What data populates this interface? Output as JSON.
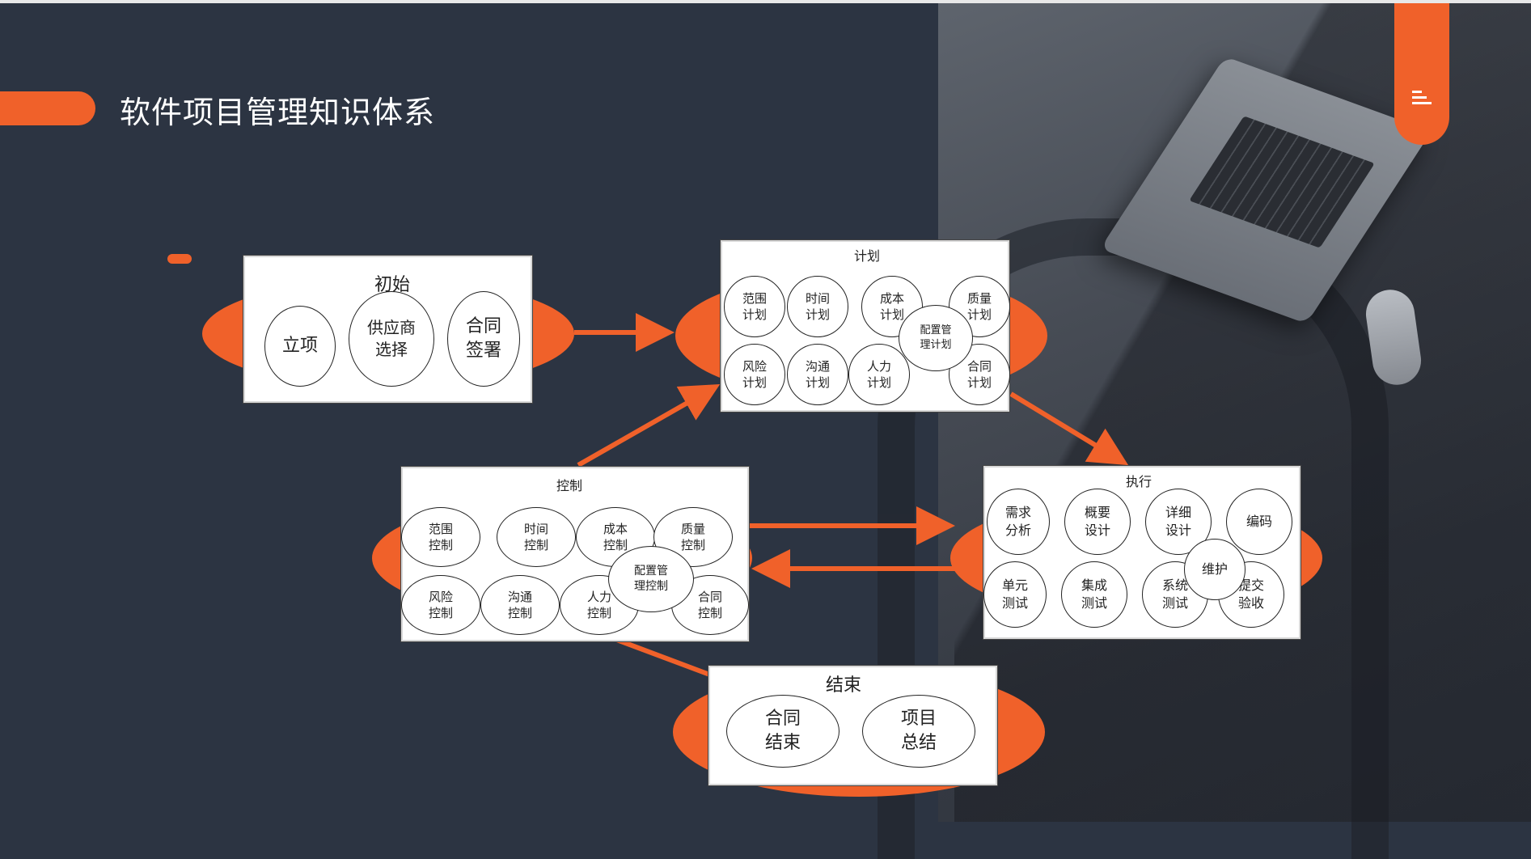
{
  "slide": {
    "title": "软件项目管理知识体系",
    "accent_color": "#f0612a",
    "background_color": "#2c3442",
    "menu_icon": "menu-icon"
  },
  "diagram": {
    "start": {
      "title": "初始",
      "nodes": [
        "立项",
        "供应商\n选择",
        "合同\n签署"
      ]
    },
    "plan": {
      "title": "计划",
      "nodes": [
        "范围\n计划",
        "时间\n计划",
        "成本\n计划",
        "质量\n计划",
        "配置管\n理计划",
        "风险\n计划",
        "沟通\n计划",
        "人力\n计划",
        "合同\n计划"
      ]
    },
    "control": {
      "title": "控制",
      "nodes": [
        "范围\n控制",
        "时间\n控制",
        "成本\n控制",
        "质量\n控制",
        "配置管\n理控制",
        "风险\n控制",
        "沟通\n控制",
        "人力\n控制",
        "合同\n控制"
      ]
    },
    "execute": {
      "title": "执行",
      "nodes": [
        "需求\n分析",
        "概要\n设计",
        "详细\n设计",
        "编码",
        "维护",
        "单元\n测试",
        "集成\n测试",
        "系统\n测试",
        "提交\n验收"
      ]
    },
    "end": {
      "title": "结束",
      "nodes": [
        "合同\n结束",
        "项目\n总结"
      ]
    }
  }
}
